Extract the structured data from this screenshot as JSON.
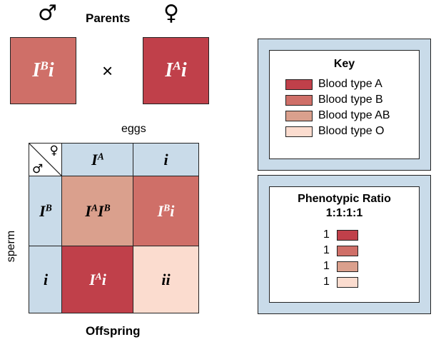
{
  "colors": {
    "type_a": "#c0404a",
    "type_b": "#cf6f68",
    "type_ab": "#daa08d",
    "type_o": "#fbdccf",
    "header_blue": "#c9dbe9"
  },
  "parents": {
    "male_symbol": "♂",
    "female_symbol": "♀",
    "title": "Parents",
    "cross": "×",
    "male_genotype": {
      "base": "I",
      "sup": "B",
      "suffix": "i"
    },
    "female_genotype": {
      "base": "I",
      "sup": "A",
      "suffix": "i"
    }
  },
  "punnett": {
    "eggs_label": "eggs",
    "sperm_label": "sperm",
    "offspring_label": "Offspring",
    "corner_male": "♂",
    "corner_female": "♀",
    "column_headers": [
      {
        "base": "I",
        "sup": "A",
        "suffix": ""
      },
      {
        "base": "i",
        "sup": "",
        "suffix": ""
      }
    ],
    "row_headers": [
      {
        "base": "I",
        "sup": "B",
        "suffix": ""
      },
      {
        "base": "i",
        "sup": "",
        "suffix": ""
      }
    ],
    "cells": {
      "r0c0": {
        "a": "I",
        "asup": "A",
        "b": "I",
        "bsup": "B",
        "phenotype": "AB"
      },
      "r0c1": {
        "a": "I",
        "asup": "B",
        "b": "i",
        "bsup": "",
        "phenotype": "B"
      },
      "r1c0": {
        "a": "I",
        "asup": "A",
        "b": "i",
        "bsup": "",
        "phenotype": "A"
      },
      "r1c1": {
        "a": "i",
        "asup": "",
        "b": "i",
        "bsup": "",
        "phenotype": "O"
      }
    }
  },
  "key": {
    "title": "Key",
    "items": [
      {
        "label": "Blood type A",
        "color": "#c0404a"
      },
      {
        "label": "Blood type B",
        "color": "#cf6f68"
      },
      {
        "label": "Blood type AB",
        "color": "#daa08d"
      },
      {
        "label": "Blood type O",
        "color": "#fbdccf"
      }
    ]
  },
  "ratio": {
    "title": "Phenotypic Ratio",
    "value": "1:1:1:1",
    "items": [
      {
        "count": "1",
        "color": "#c0404a"
      },
      {
        "count": "1",
        "color": "#cf6f68"
      },
      {
        "count": "1",
        "color": "#daa08d"
      },
      {
        "count": "1",
        "color": "#fbdccf"
      }
    ]
  }
}
